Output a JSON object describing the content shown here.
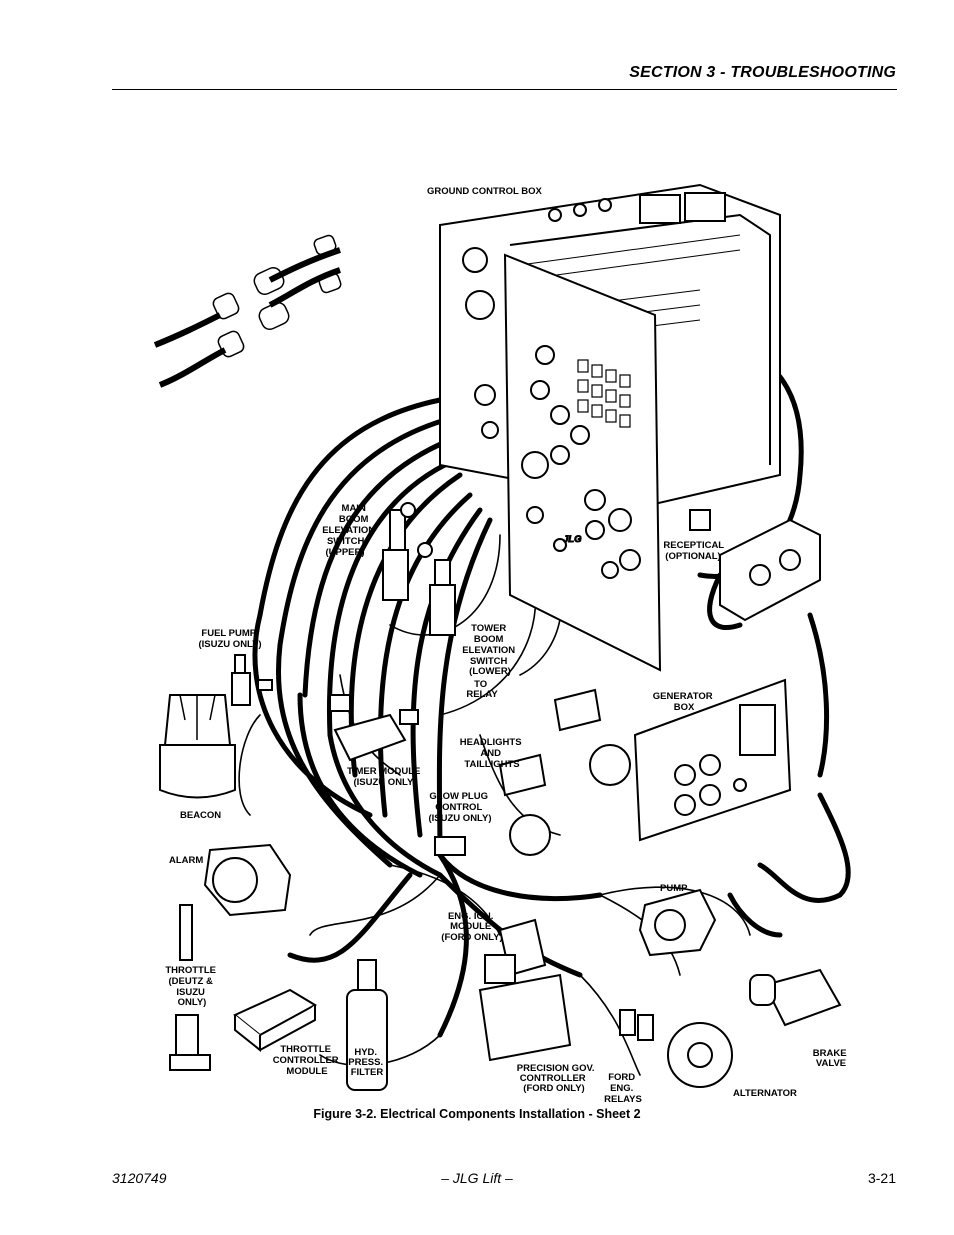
{
  "header": {
    "section_title": "SECTION 3 - TROUBLESHOOTING"
  },
  "figure": {
    "labels": {
      "ground_control_box": "GROUND CONTROL BOX",
      "main_boom_switch": [
        "MAIN",
        "BOOM",
        "ELEVATION",
        "SWITCH",
        "(UPPER)"
      ],
      "receptical": [
        "RECEPTICAL",
        "(OPTIONAL)"
      ],
      "fuel_pump": [
        "FUEL PUMP",
        "(ISUZU ONLY)"
      ],
      "tower_boom_switch": [
        "TOWER",
        "BOOM",
        "ELEVATION",
        "SWITCH",
        "(LOWER)"
      ],
      "to_relay": [
        "TO",
        "RELAY"
      ],
      "generator_box": [
        "GENERATOR",
        "BOX"
      ],
      "headlights": [
        "HEADLIGHTS",
        "AND",
        "TAILLIGHTS"
      ],
      "timer_module": [
        "TIMER MODULE",
        "(ISUZU ONLY)"
      ],
      "glow_plug": [
        "GLOW PLUG",
        "CONTROL",
        "(ISUZU ONLY)"
      ],
      "beacon": "BEACON",
      "alarm": "ALARM",
      "pump": "PUMP",
      "eng_ign_module": [
        "ENG. IGN.",
        "MODULE",
        "(FORD ONLY)"
      ],
      "throttle": [
        "THROTTLE",
        "(DEUTZ &",
        "ISUZU",
        "ONLY)"
      ],
      "throttle_controller": [
        "THROTTLE",
        "CONTROLLER",
        "MODULE"
      ],
      "hyd_filter": [
        "HYD.",
        "PRESS.",
        "FILTER"
      ],
      "precision_gov": [
        "PRECISION GOV.",
        "CONTROLLER",
        "(FORD ONLY)"
      ],
      "ford_relays": [
        "FORD",
        "ENG.",
        "RELAYS"
      ],
      "brake_valve": [
        "BRAKE",
        "VALVE"
      ],
      "alternator": "ALTERNATOR",
      "panel_logo": "JLG"
    }
  },
  "caption": "Figure 3-2.  Electrical Components Installation - Sheet 2",
  "footer": {
    "doc_number": "3120749",
    "publisher": "– JLG Lift –",
    "page_number": "3-21"
  }
}
